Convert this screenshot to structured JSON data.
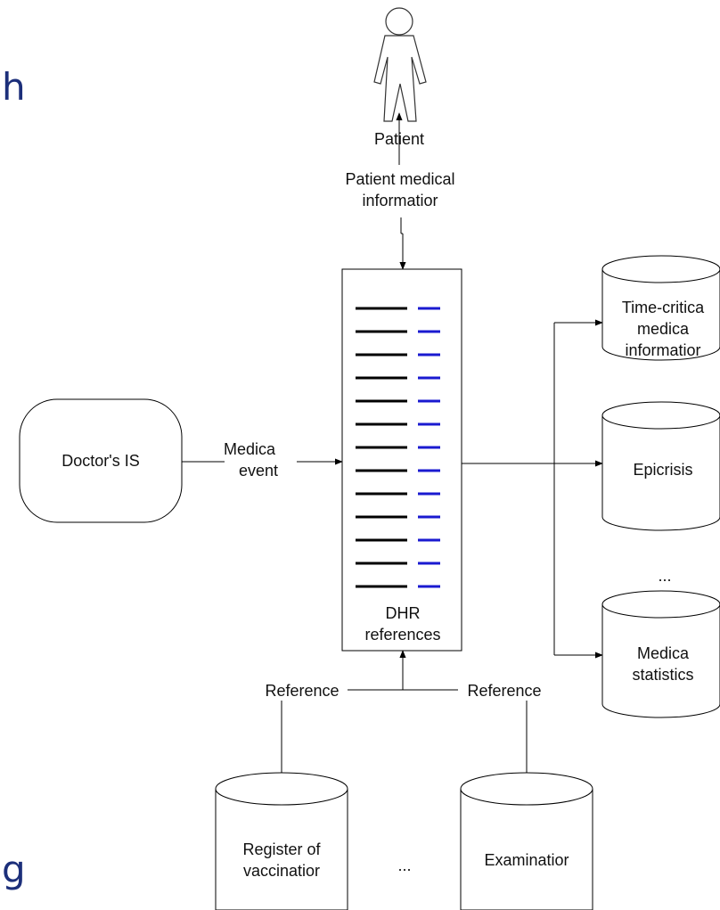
{
  "side_text": {
    "top": "h",
    "bottom": "g"
  },
  "colors": {
    "dhr_line_left": "#000000",
    "dhr_line_right": "#1a1ad0",
    "side_text": "#1c2f7a"
  },
  "patient": {
    "icon": "person-icon",
    "label": "Patient"
  },
  "arrow_labels": {
    "patient_info_1": "Patient medical",
    "patient_info_2": "informatior",
    "medical_event_1": "Medica",
    "medical_event_2": "event",
    "reference_left": "Reference",
    "reference_right": "Reference"
  },
  "doctor_is": {
    "label": "Doctor's IS"
  },
  "dhr": {
    "line_count": 13,
    "label_1": "DHR",
    "label_2": "references"
  },
  "right_dbs": {
    "time_critical": [
      "Time-critica",
      "medica",
      "informatior"
    ],
    "epicrisis": "Epicrisis",
    "ellipsis": "...",
    "statistics": [
      "Medica",
      "statistics"
    ]
  },
  "bottom_dbs": {
    "register": [
      "Register of",
      "vaccinatior"
    ],
    "ellipsis": "...",
    "examination": "Examinatior"
  }
}
